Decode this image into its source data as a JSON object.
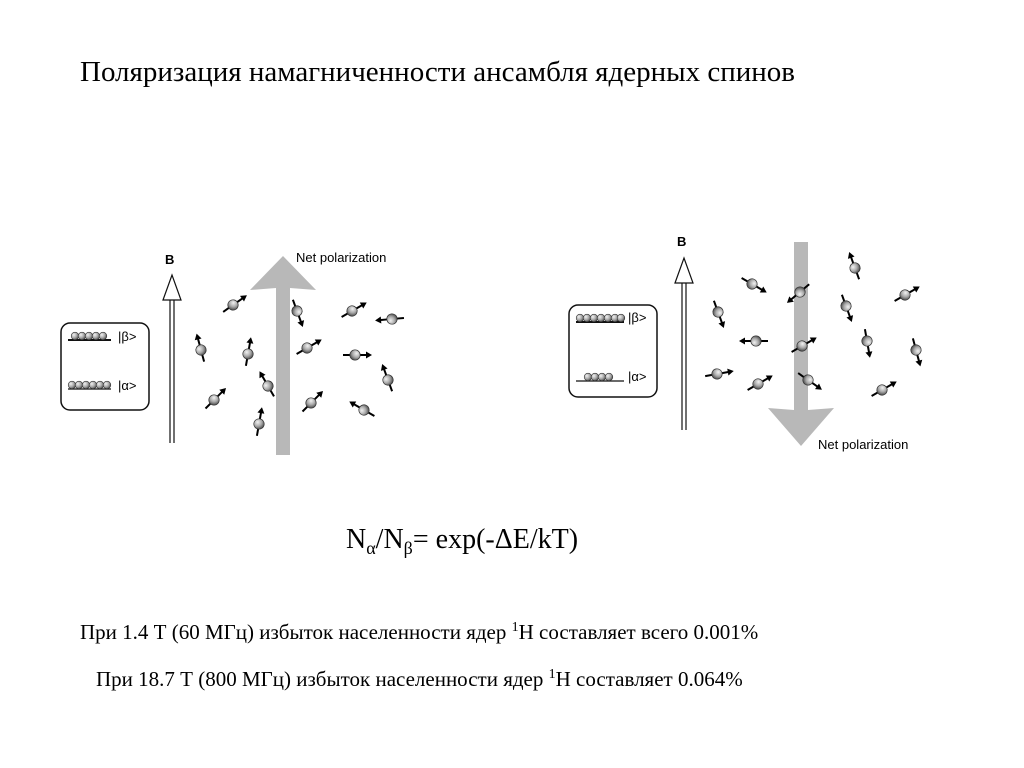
{
  "title": "Поляризация намагниченности ансамбля ядерных спинов",
  "figures": {
    "left": {
      "field_label": "B",
      "polarization_label": "Net polarization",
      "ket_beta": "|β>",
      "ket_alpha": "|α>"
    },
    "right": {
      "field_label": "B",
      "polarization_label": "Net polarization",
      "ket_beta": "|β>",
      "ket_alpha": "|α>"
    }
  },
  "formula": {
    "n1": "N",
    "sub1": "α",
    "slash": "/N",
    "sub2": "β",
    "rhs": "= exp(-ΔE/kT)"
  },
  "notes": [
    {
      "before": "При 1.4 Т (60 МГц) избыток населенности ядер ",
      "sup": "1",
      "after": "Н составляет всего 0.001%"
    },
    {
      "before": "При 18.7 Т (800 МГц) избыток населенности ядер ",
      "sup": "1",
      "after": "Н составляет 0.064%"
    }
  ]
}
